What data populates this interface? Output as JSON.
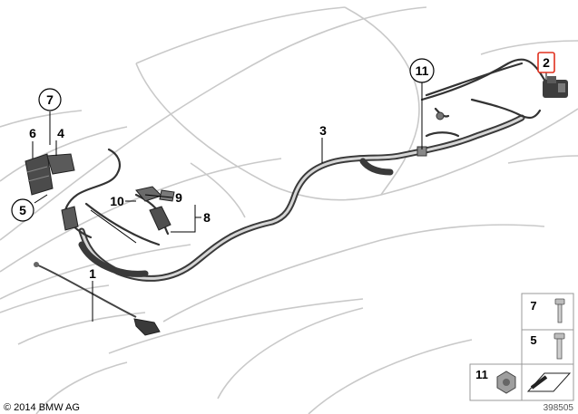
{
  "callouts": {
    "c1": "1",
    "c2": "2",
    "c3": "3",
    "c4": "4",
    "c5": "5",
    "c6": "6",
    "c7": "7",
    "c8": "8",
    "c9": "9",
    "c10": "10",
    "c11": "11"
  },
  "legend": {
    "row7": "7",
    "row5": "5",
    "row11": "11"
  },
  "footer": {
    "copyright": "© 2014 BMW AG",
    "diagram_number": "398505"
  },
  "colors": {
    "highlight": "#e0301e",
    "cable": "#3a3a3a",
    "body_outline": "#c9c9c9"
  }
}
